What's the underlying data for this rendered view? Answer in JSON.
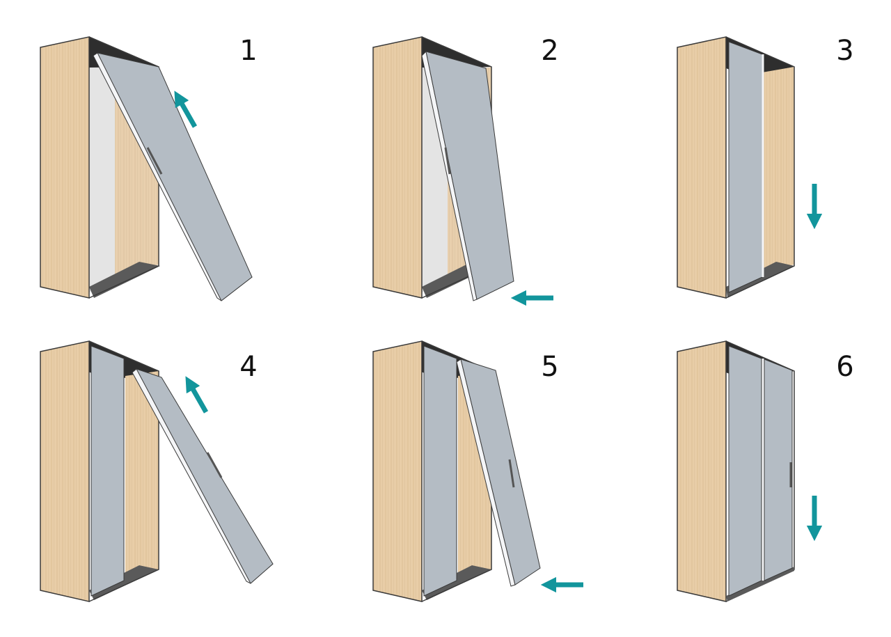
{
  "steps": [
    {
      "number": "1",
      "action": "tilt-in-first-door",
      "arrow": "up-diagonal-arrow-icon"
    },
    {
      "number": "2",
      "action": "swing-bottom-into-track",
      "arrow": "left-arrow-icon"
    },
    {
      "number": "3",
      "action": "lower-first-door",
      "arrow": "down-arrow-icon"
    },
    {
      "number": "4",
      "action": "tilt-in-second-door",
      "arrow": "up-diagonal-arrow-icon"
    },
    {
      "number": "5",
      "action": "swing-bottom-into-track",
      "arrow": "left-arrow-icon"
    },
    {
      "number": "6",
      "action": "lower-second-door",
      "arrow": "down-arrow-icon"
    }
  ],
  "colors": {
    "background": "#ffffff",
    "wood": "#e8cda7",
    "wood_dark": "#d4b48a",
    "door": "#b4bcc4",
    "door_edge": "#f4f5f7",
    "interior": "#e4e4e4",
    "outline": "#3a3a3a",
    "arrow": "#12959c"
  }
}
